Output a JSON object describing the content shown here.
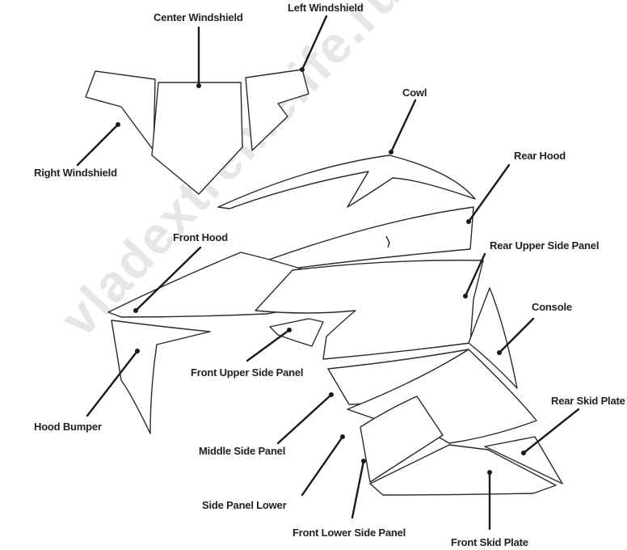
{
  "labels": {
    "center_windshield": "Center Windshield",
    "left_windshield": "Left Windshield",
    "cowl": "Cowl",
    "rear_hood": "Rear Hood",
    "right_windshield": "Right Windshield",
    "front_hood": "Front Hood",
    "rear_upper_side_panel": "Rear Upper Side Panel",
    "console": "Console",
    "front_upper_side_panel": "Front Upper Side Panel",
    "hood_bumper": "Hood Bumper",
    "rear_skid_plate": "Rear Skid Plate",
    "middle_side_panel": "Middle Side Panel",
    "side_panel_lower": "Side Panel Lower",
    "front_lower_side_panel": "Front Lower Side Panel",
    "front_skid_plate": "Front Skid Plate"
  },
  "watermark": "vladextremelife.ru",
  "colors": {
    "line": "#2a2a2a",
    "text": "#222222",
    "watermark": "#e6e6e6"
  }
}
